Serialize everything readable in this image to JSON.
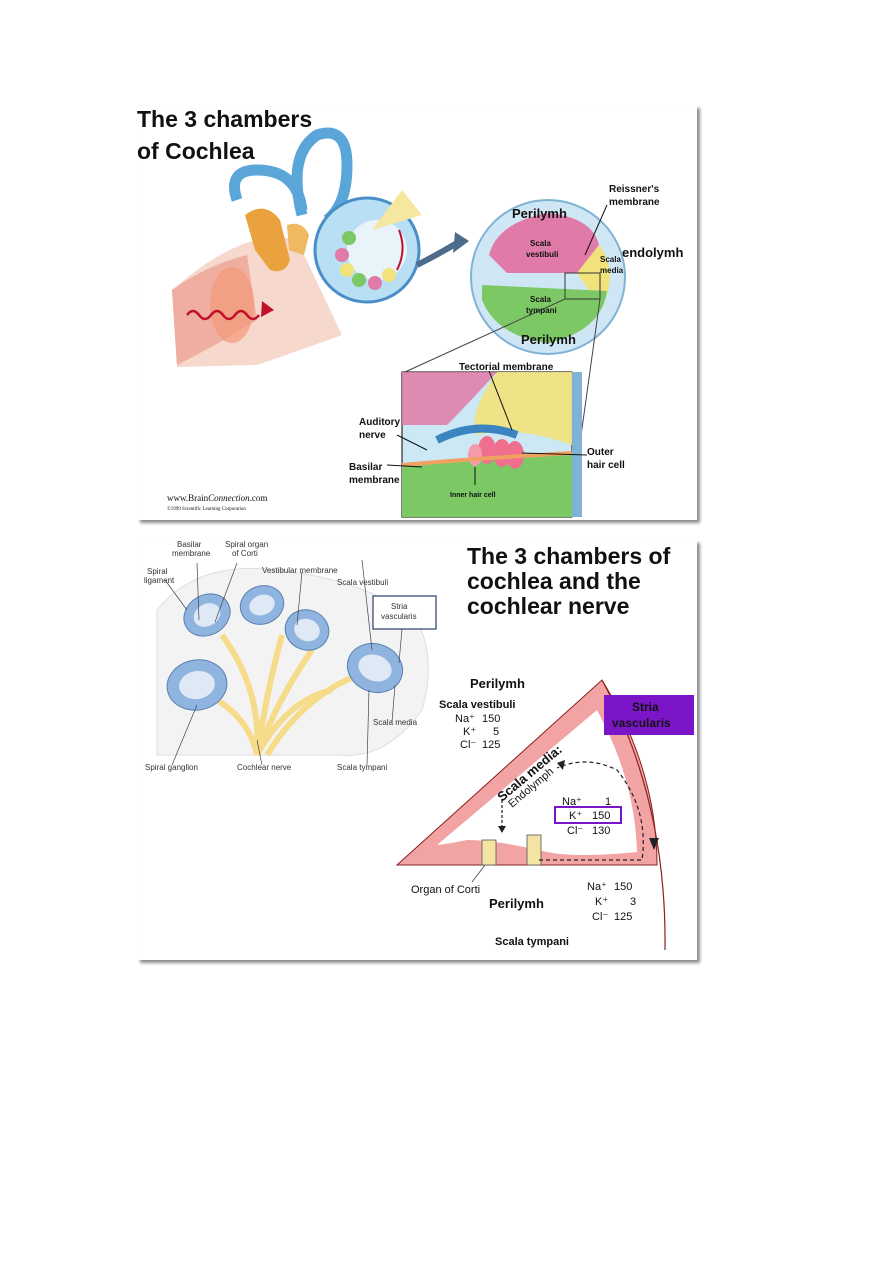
{
  "slide1": {
    "title_line1": "The 3 chambers",
    "title_line2": "of Cochlea",
    "labels": {
      "perilymph_top": "Perilymh",
      "reissners_line1": "Reissner's",
      "reissners_line2": "membrane",
      "scala_vestibuli_line1": "Scala",
      "scala_vestibuli_line2": "vestibuli",
      "scala_media_line1": "Scala",
      "scala_media_line2": "media",
      "endolymph": "endolymh",
      "scala_tympani_line1": "Scala",
      "scala_tympani_line2": "tympani",
      "perilymph_bottom": "Perilymh",
      "tectorial": "Tectorial membrane",
      "auditory_line1": "Auditory",
      "auditory_line2": "nerve",
      "outer_line1": "Outer",
      "outer_line2": "hair cell",
      "basilar_line1": "Basilar",
      "basilar_line2": "membrane",
      "inner_hair": "Inner hair cell"
    },
    "credit_prefix": "www.Brain",
    "credit_brand": "Connection",
    "credit_suffix": ".com",
    "copyright": "©1999 Scientific Learning Corporation",
    "colors": {
      "vestibuli": "#e07aa8",
      "media": "#f2e27a",
      "tympani": "#7cc864",
      "bone": "#bfe0f2",
      "hair": "#f06f8f"
    }
  },
  "slide2": {
    "title_line1": "The 3 chambers of",
    "title_line2": "cochlea and the",
    "title_line3": "cochlear nerve",
    "left_labels": {
      "basilar_line1": "Basilar",
      "basilar_line2": "membrane",
      "spiral_organ_line1": "Spiral organ",
      "spiral_organ_line2": "of Corti",
      "spiral_ligament_line1": "Spiral",
      "spiral_ligament_line2": "ligament",
      "vestibular": "Vestibular membrane",
      "scala_vestibuli": "Scala vestibuli",
      "stria_line1": "Stria",
      "stria_line2": "vascularis",
      "scala_media": "Scala media",
      "spiral_ganglion": "Spiral ganglion",
      "cochlear_nerve": "Cochlear nerve",
      "scala_tympani": "Scala tympani"
    },
    "right": {
      "perilymph_top": "Perilymh",
      "scala_vestibuli": "Scala vestibuli",
      "na_label": "Na⁺",
      "na_top": "150",
      "k_label": "K⁺",
      "k_top": "5",
      "cl_label": "Cl⁻",
      "cl_top": "125",
      "stria_line1": "Stria",
      "stria_line2": "vascularis",
      "scala_media": "Scala media:",
      "endolymph": "Endolymph",
      "na_mid": "1",
      "k_mid": "150",
      "cl_mid": "130",
      "organ_corti": "Organ of Corti",
      "perilymph_bottom": "Perilymh",
      "na_bot": "150",
      "k_bot": "3",
      "cl_bot": "125",
      "scala_tympani": "Scala tympani"
    },
    "colors": {
      "stria_box": "#7b16c8",
      "wall": "#f2a3a3",
      "chamber": "#8fb4e0",
      "nerve": "#f6dc8a"
    }
  }
}
